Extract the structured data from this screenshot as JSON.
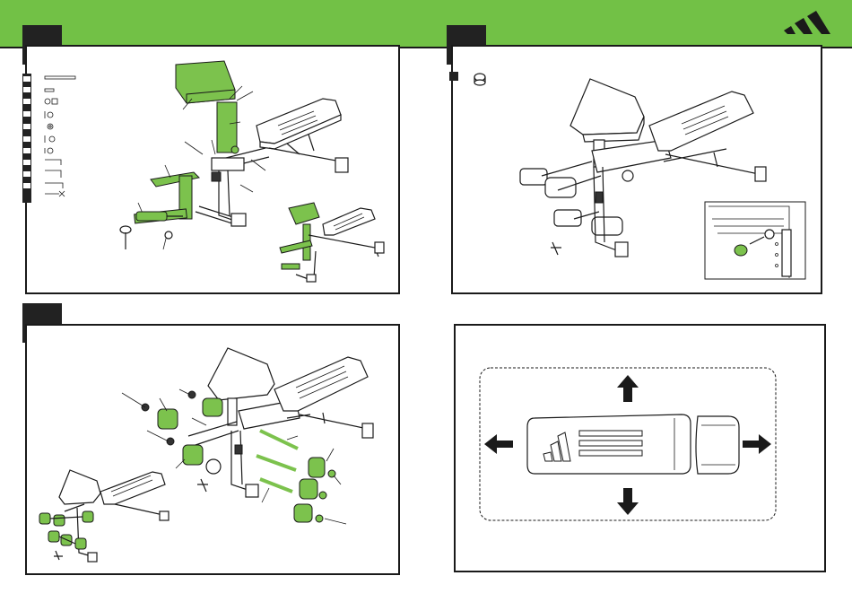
{
  "header": {
    "brand_color": "#72c146",
    "logo": "adidas-three-bars-logo"
  },
  "panels": [
    {
      "id": "step-1",
      "step_label": ""
    },
    {
      "id": "step-2",
      "step_label": ""
    },
    {
      "id": "step-3",
      "step_label": ""
    },
    {
      "id": "adjustment-guide",
      "step_label": ""
    }
  ],
  "icons": {
    "arrow_up": "arrow-up-icon",
    "arrow_down": "arrow-down-icon",
    "arrow_left": "arrow-left-icon",
    "arrow_right": "arrow-right-icon",
    "cap": "end-cap-icon"
  },
  "colors": {
    "accent": "#7cc24d",
    "ink": "#1a1a1a",
    "step_box": "#222222"
  }
}
